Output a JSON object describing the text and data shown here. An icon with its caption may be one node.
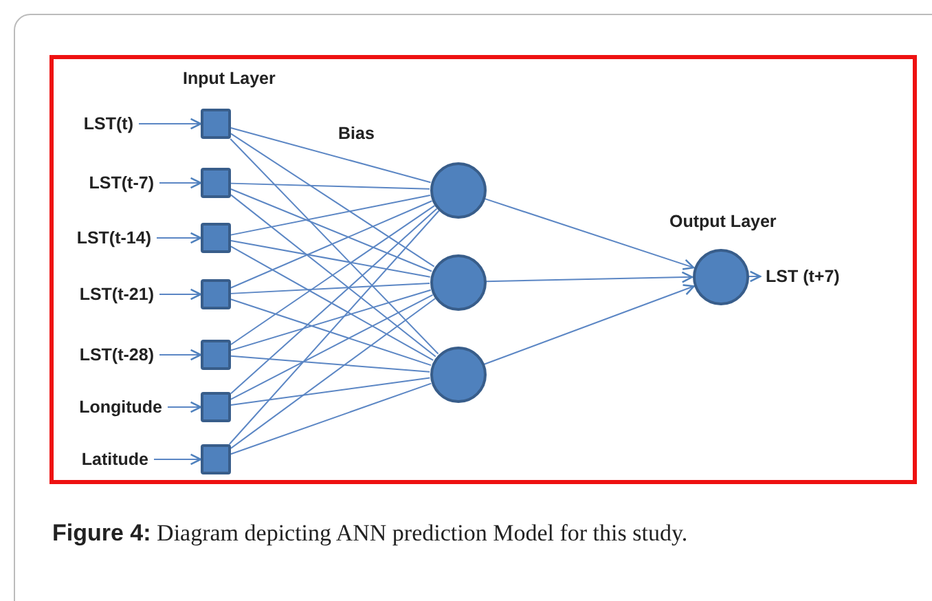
{
  "diagram": {
    "caption": "**Figure 4:** Diagram depicting ANN prediction Model for this study.",
    "nodes": [
      {
        "text": [
          "LST(t)"
        ]
      },
      {
        "text": [
          "LST(t-7)"
        ]
      },
      {
        "text": [
          "LST(t-14)"
        ]
      },
      {
        "text": [
          "LST(t-21)"
        ]
      },
      {
        "text": [
          "LST(t-28)"
        ]
      },
      {
        "text": [
          "Longitude"
        ]
      },
      {
        "text": [
          "Latitude"
        ]
      },
      {
        "text": [],
        "shape": "box"
      },
      {
        "text": [],
        "shape": "box"
      },
      {
        "text": [],
        "shape": "box"
      },
      {
        "text": [],
        "shape": "box"
      },
      {
        "text": [],
        "shape": "box"
      },
      {
        "text": [],
        "shape": "box"
      },
      {
        "text": [],
        "shape": "box"
      },
      {
        "text": [],
        "shape": "circle"
      },
      {
        "text": [],
        "shape": "circle"
      },
      {
        "text": [],
        "shape": "circle"
      },
      {
        "text": [],
        "shape": "circle"
      },
      {
        "text": [
          "LST (t+7)"
        ]
      }
    ],
    "edges": [
      {
        "from": 0,
        "to": 7,
        "arrow": "to"
      },
      {
        "from": 1,
        "to": 8,
        "arrow": "to"
      },
      {
        "from": 2,
        "to": 9,
        "arrow": "to"
      },
      {
        "from": 3,
        "to": 10,
        "arrow": "to"
      },
      {
        "from": 4,
        "to": 11,
        "arrow": "to"
      },
      {
        "from": 5,
        "to": 12,
        "arrow": "to"
      },
      {
        "from": 6,
        "to": 13,
        "arrow": "to"
      },
      {
        "from": 7,
        "to": 14,
        "arrow": "none"
      },
      {
        "from": 7,
        "to": 15,
        "arrow": "none"
      },
      {
        "from": 7,
        "to": 16,
        "arrow": "none"
      },
      {
        "from": 8,
        "to": 14,
        "arrow": "none"
      },
      {
        "from": 8,
        "to": 15,
        "arrow": "none"
      },
      {
        "from": 8,
        "to": 16,
        "arrow": "none"
      },
      {
        "from": 9,
        "to": 14,
        "arrow": "none"
      },
      {
        "from": 9,
        "to": 15,
        "arrow": "none"
      },
      {
        "from": 9,
        "to": 16,
        "arrow": "none"
      },
      {
        "from": 10,
        "to": 14,
        "arrow": "none"
      },
      {
        "from": 10,
        "to": 15,
        "arrow": "none"
      },
      {
        "from": 10,
        "to": 16,
        "arrow": "none"
      },
      {
        "from": 11,
        "to": 14,
        "arrow": "none"
      },
      {
        "from": 11,
        "to": 15,
        "arrow": "none"
      },
      {
        "from": 11,
        "to": 16,
        "arrow": "none"
      },
      {
        "from": 12,
        "to": 14,
        "arrow": "none"
      },
      {
        "from": 12,
        "to": 15,
        "arrow": "none"
      },
      {
        "from": 12,
        "to": 16,
        "arrow": "none"
      },
      {
        "from": 13,
        "to": 14,
        "arrow": "none"
      },
      {
        "from": 13,
        "to": 15,
        "arrow": "none"
      },
      {
        "from": 13,
        "to": 16,
        "arrow": "none"
      },
      {
        "from": 14,
        "to": 17,
        "arrow": "to"
      },
      {
        "from": 15,
        "to": 17,
        "arrow": "to"
      },
      {
        "from": 16,
        "to": 17,
        "arrow": "to"
      },
      {
        "from": 17,
        "to": 18,
        "arrow": "to"
      }
    ],
    "labels": [
      "Input Layer",
      "Bias",
      "Output Layer"
    ]
  }
}
